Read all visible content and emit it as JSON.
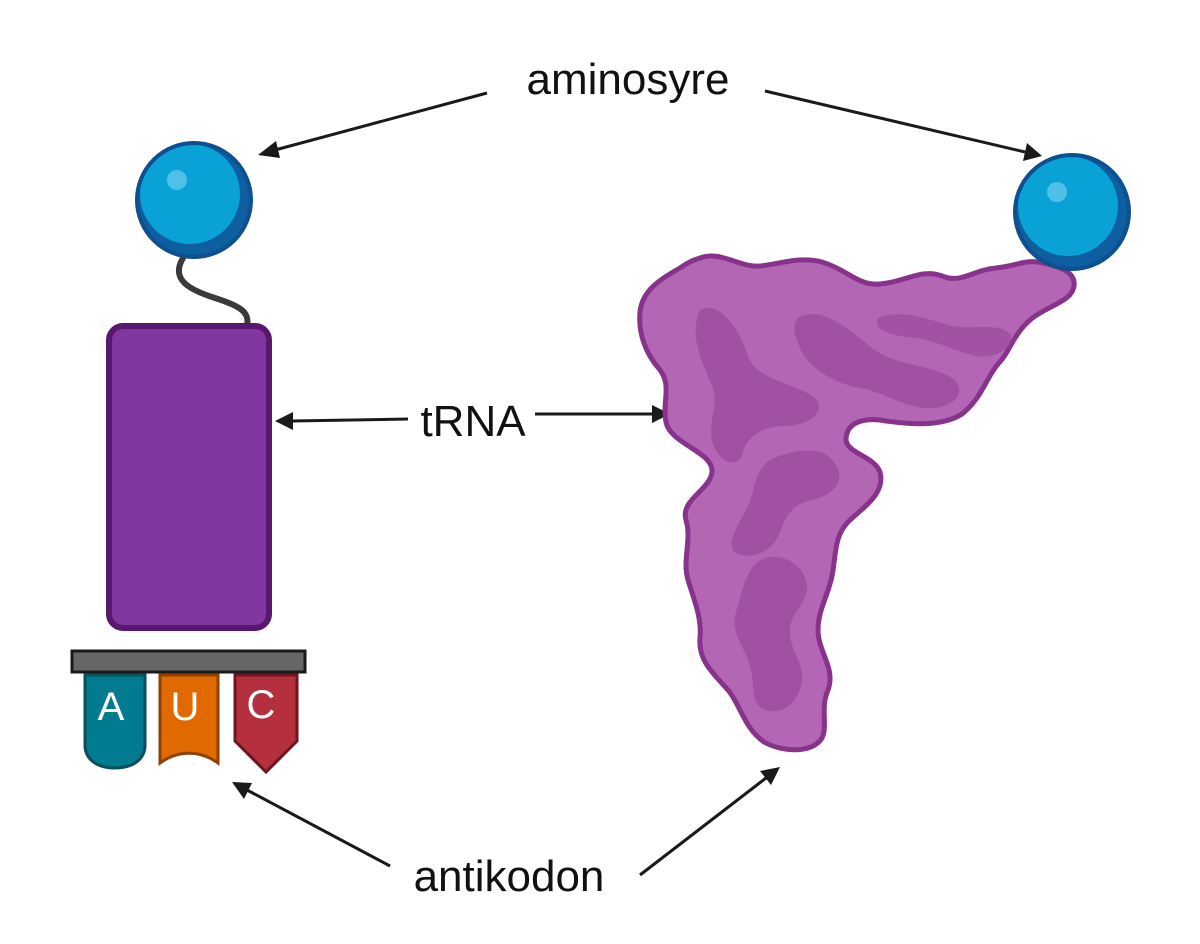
{
  "labels": {
    "aminosyre": "aminosyre",
    "trna": "tRNA",
    "antikodon": "antikodon"
  },
  "anticodon_bases": [
    {
      "letter": "A",
      "color": "#007b8f"
    },
    {
      "letter": "U",
      "color": "#e06a00"
    },
    {
      "letter": "C",
      "color": "#b5303f"
    }
  ],
  "colors": {
    "amino_acid": "#0aa0d8",
    "amino_acid_outline": "#0d4f8f",
    "trna_simple": "#80379f",
    "trna_simple_outline": "#581870",
    "trna_3d": "#b366b3",
    "trna_3d_outline": "#88338b",
    "anticodon_bar": "#666666"
  }
}
